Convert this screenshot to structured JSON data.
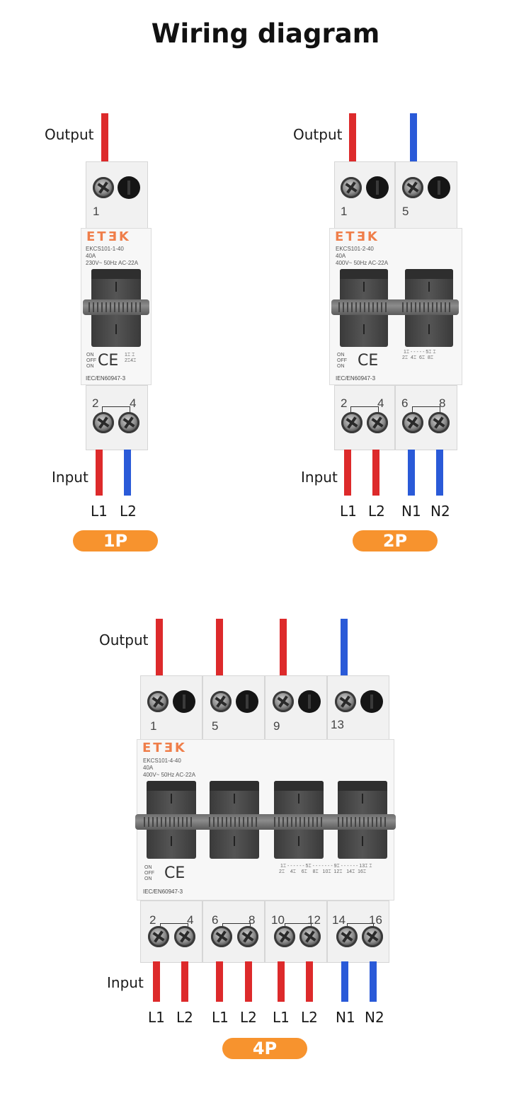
{
  "title": "Wiring diagram",
  "labels": {
    "output": "Output",
    "input": "Input"
  },
  "brand": "ETƎK",
  "colors": {
    "line_wire": "#dd2a2b",
    "neutral_wire": "#2a5ad8",
    "badge": "#f7932e",
    "brand": "#ef7e4a"
  },
  "panel_1p": {
    "badge": "1P",
    "model": "EKCS101-1-40",
    "rating": "40A",
    "spec": "230V~ 50Hz  AC-22A",
    "standard": "IEC/EN60947-3",
    "switch_states": [
      "ON",
      "OFF",
      "ON"
    ],
    "top_terminals": [
      "1"
    ],
    "bottom_terminals": [
      "2",
      "4"
    ],
    "wire_labels": [
      "L1",
      "L2"
    ]
  },
  "panel_2p": {
    "badge": "2P",
    "model": "EKCS101-2-40",
    "rating": "40A",
    "spec": "400V~  50Hz  AC-22A",
    "standard": "IEC/EN60947-3",
    "switch_states": [
      "ON",
      "OFF",
      "ON"
    ],
    "top_terminals": [
      "1",
      "5"
    ],
    "bottom_terminals": [
      "2",
      "4",
      "6",
      "8"
    ],
    "wire_labels": [
      "L1",
      "L2",
      "N1",
      "N2"
    ]
  },
  "panel_4p": {
    "badge": "4P",
    "model": "EKCS101-4-40",
    "rating": "40A",
    "spec": "400V~  50Hz  AC-22A",
    "standard": "IEC/EN60947-3",
    "switch_states": [
      "ON",
      "OFF",
      "ON"
    ],
    "top_terminals": [
      "1",
      "5",
      "9",
      "13"
    ],
    "bottom_terminals": [
      "2",
      "4",
      "6",
      "8",
      "10",
      "12",
      "14",
      "16"
    ],
    "wire_labels": [
      "L1",
      "L2",
      "L1",
      "L2",
      "L1",
      "L2",
      "N1",
      "N2"
    ]
  }
}
